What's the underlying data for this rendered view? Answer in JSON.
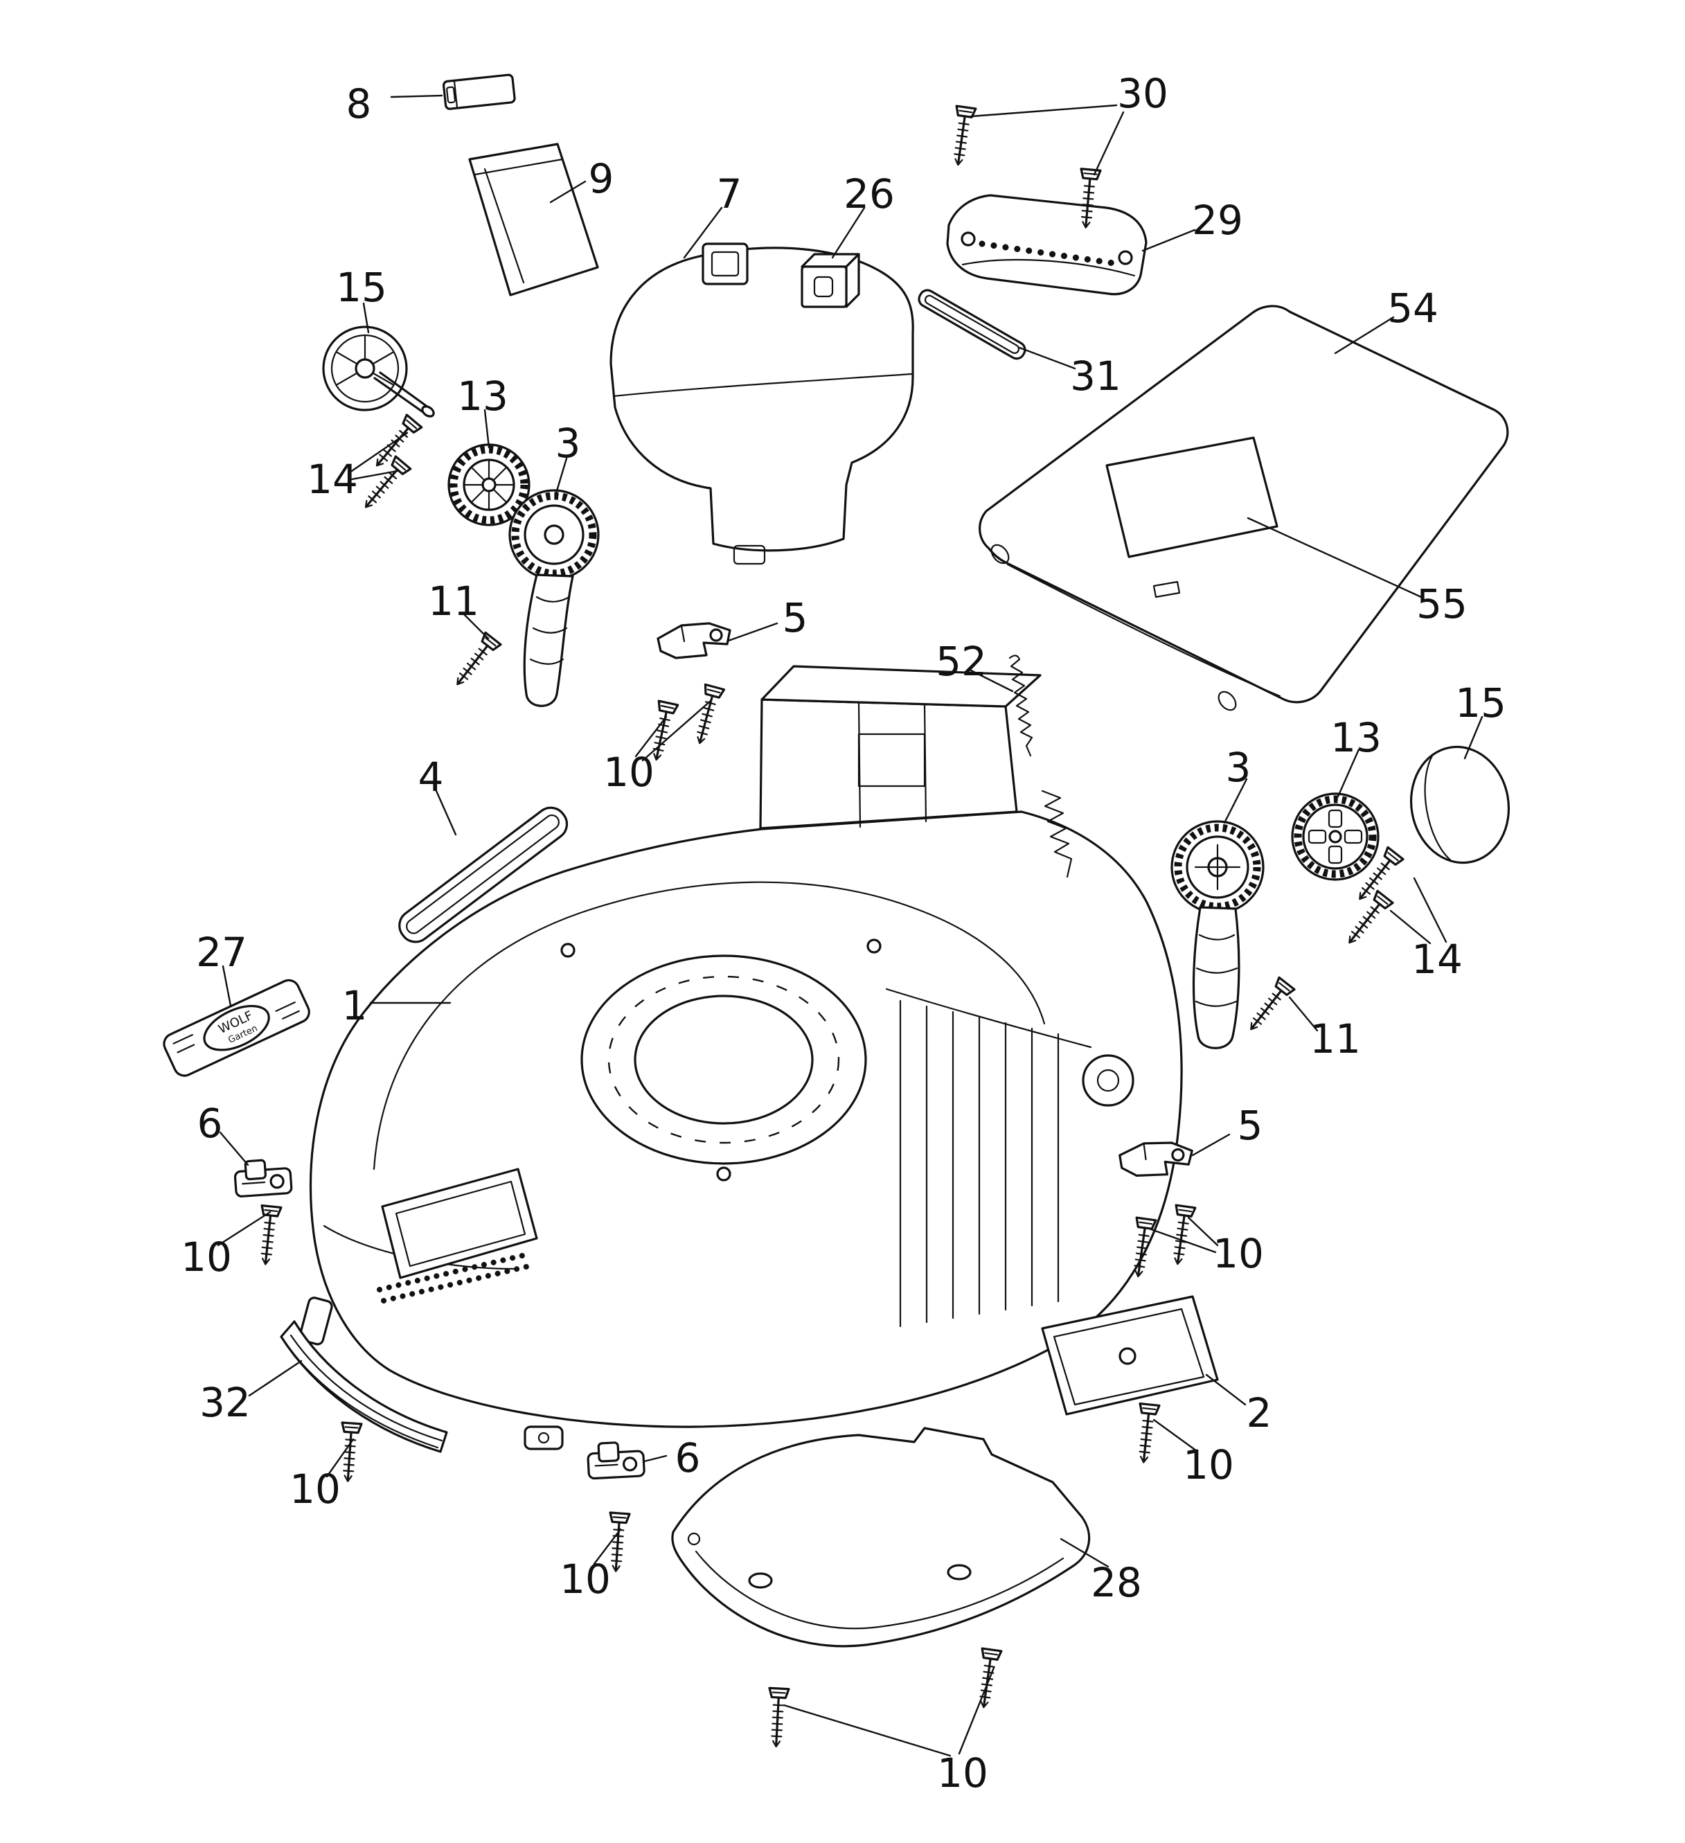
{
  "diagram": {
    "type": "exploded-parts-diagram",
    "background_color": "#ffffff",
    "line_color": "#111111",
    "badge": {
      "line1": "WOLF",
      "line2": "Garten"
    },
    "callouts": [
      {
        "label": "8"
      },
      {
        "label": "9"
      },
      {
        "label": "7"
      },
      {
        "label": "26"
      },
      {
        "label": "30"
      },
      {
        "label": "29"
      },
      {
        "label": "54"
      },
      {
        "label": "15"
      },
      {
        "label": "13"
      },
      {
        "label": "3"
      },
      {
        "label": "31"
      },
      {
        "label": "14"
      },
      {
        "label": "11"
      },
      {
        "label": "5"
      },
      {
        "label": "52"
      },
      {
        "label": "55"
      },
      {
        "label": "10"
      },
      {
        "label": "4"
      },
      {
        "label": "3"
      },
      {
        "label": "13"
      },
      {
        "label": "15"
      },
      {
        "label": "14"
      },
      {
        "label": "27"
      },
      {
        "label": "1"
      },
      {
        "label": "11"
      },
      {
        "label": "6"
      },
      {
        "label": "5"
      },
      {
        "label": "10"
      },
      {
        "label": "10"
      },
      {
        "label": "32"
      },
      {
        "label": "2"
      },
      {
        "label": "10"
      },
      {
        "label": "6"
      },
      {
        "label": "10"
      },
      {
        "label": "10"
      },
      {
        "label": "28"
      },
      {
        "label": "10"
      }
    ]
  }
}
